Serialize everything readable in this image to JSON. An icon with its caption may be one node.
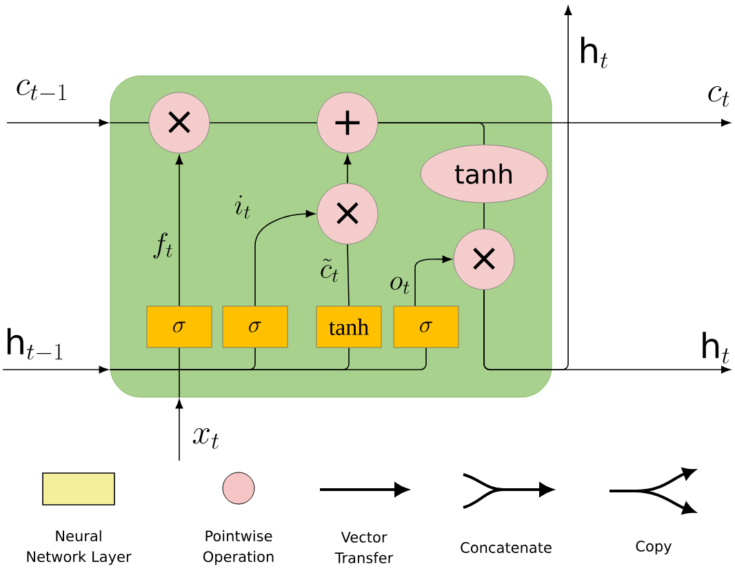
{
  "diagram": {
    "nodes": [
      {
        "text": [],
        "shape": "box"
      },
      {
        "text": [
          "×"
        ],
        "in": 0
      },
      {
        "text": [
          "+"
        ],
        "in": 0
      },
      {
        "text": [
          "×"
        ],
        "in": 0
      },
      {
        "text": [
          "tanh"
        ],
        "in": 0
      },
      {
        "text": [
          "×"
        ],
        "in": 0
      },
      {
        "text": [
          "\\sigma"
        ],
        "in": 0
      },
      {
        "text": [
          "\\sigma"
        ],
        "in": 0
      },
      {
        "text": [
          "tanh"
        ],
        "in": 0
      },
      {
        "text": [
          "\\sigma"
        ],
        "in": 0
      },
      {
        "text": [
          "\\mathrm{h}_{t-1}"
        ]
      },
      {
        "text": [
          "x_t"
        ]
      },
      {
        "text": [
          "c_{t-1}"
        ]
      },
      {
        "text": [
          "c_t"
        ]
      },
      {
        "text": [
          "\\mathrm{h}_t"
        ]
      },
      {
        "text": [
          "\\mathrm{h}_t"
        ]
      }
    ],
    "edges": [
      {
        "from": 12,
        "to": 0,
        "arrow": "to"
      },
      {
        "from": 0,
        "to": 1,
        "arrow": "none"
      },
      {
        "from": 1,
        "to": 2,
        "arrow": "none"
      },
      {
        "from": 2,
        "to": 13,
        "arrow": "to"
      },
      {
        "from": 2,
        "to": 4,
        "arrow": "none"
      },
      {
        "from": 4,
        "to": 5,
        "arrow": "none"
      },
      {
        "from": 5,
        "to": 15,
        "arrow": "to"
      },
      {
        "from": 5,
        "to": 14,
        "arrow": "to"
      },
      {
        "from": 3,
        "to": 2,
        "arrow": "to"
      },
      {
        "from": 6,
        "to": 1,
        "arrow": "to",
        "label": "f_t"
      },
      {
        "from": 7,
        "to": 3,
        "arrow": "to",
        "label": "i_t"
      },
      {
        "from": 8,
        "to": 3,
        "arrow": "none",
        "label": "\\tilde{c}_t"
      },
      {
        "from": 9,
        "to": 5,
        "arrow": "to",
        "label": "o_t"
      },
      {
        "from": 10,
        "to": 0,
        "arrow": "to"
      },
      {
        "from": 11,
        "to": 0,
        "arrow": "to"
      },
      {
        "from": 0,
        "to": 6,
        "arrow": "none"
      },
      {
        "from": 0,
        "to": 7,
        "arrow": "none"
      },
      {
        "from": 0,
        "to": 8,
        "arrow": "none"
      },
      {
        "from": 0,
        "to": 9,
        "arrow": "none"
      }
    ],
    "legend": [
      {
        "text": "Neural Network Layer",
        "color": "#f5ef9b"
      },
      {
        "text": "Pointwise Operation",
        "color": "#f6c6c6"
      },
      {
        "text": "Vector Transfer"
      },
      {
        "text": "Concatenate"
      },
      {
        "text": "Copy"
      }
    ]
  }
}
